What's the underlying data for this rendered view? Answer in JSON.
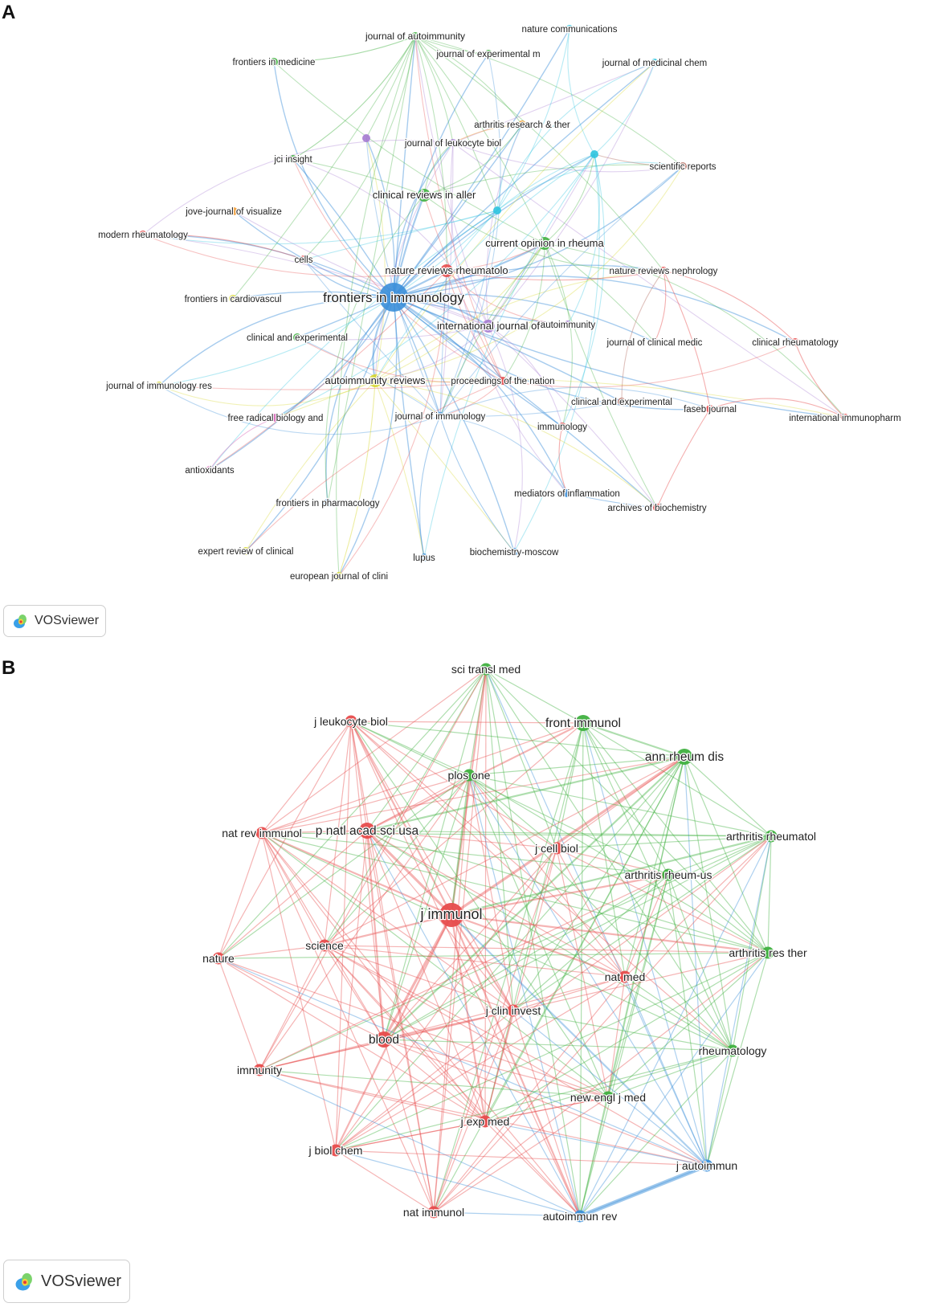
{
  "panels": {
    "a": {
      "letter": "A",
      "brand": "VOSviewer"
    },
    "b": {
      "letter": "B",
      "brand": "VOSviewer"
    }
  },
  "logo_icon": "vosviewer-logo-icon",
  "colors": {
    "red": "#e74c4c",
    "green": "#3fb03f",
    "blue": "#3b8fd9",
    "yellow": "#d6d62c",
    "purple": "#a57bd1",
    "cyan": "#2fc4df",
    "orange": "#f39a2e",
    "brown": "#b9766a",
    "pink": "#d866b8",
    "lime": "#8ed06a"
  },
  "network_a": {
    "nodes": [
      {
        "id": "fimm",
        "label": "frontiers in immunology",
        "c": "blue",
        "s": 3
      },
      {
        "id": "jauto",
        "label": "journal of autoimmunity",
        "c": "green",
        "s": 1
      },
      {
        "id": "ncomm",
        "label": "nature communications",
        "c": "cyan",
        "s": 1
      },
      {
        "id": "fmed",
        "label": "frontiers in medicine",
        "c": "green",
        "s": 1
      },
      {
        "id": "jexp",
        "label": "journal of experimental m",
        "c": "green",
        "s": 1
      },
      {
        "id": "jmedchem",
        "label": "journal of medicinal chem",
        "c": "cyan",
        "s": 1
      },
      {
        "id": "arthres",
        "label": "arthritis research & ther",
        "c": "orange",
        "s": 1
      },
      {
        "id": "jleuk",
        "label": "journal of leukocyte biol",
        "c": "purple",
        "s": 1
      },
      {
        "id": "sci",
        "label": "scientific reports",
        "c": "brown",
        "s": 1
      },
      {
        "id": "jci",
        "label": "jci insight",
        "c": "green",
        "s": 1
      },
      {
        "id": "clinrev",
        "label": "clinical reviews in aller",
        "c": "green",
        "s": 2
      },
      {
        "id": "jove",
        "label": "jove-journal of visualize",
        "c": "orange",
        "s": 1
      },
      {
        "id": "modrheum",
        "label": "modern rheumatology",
        "c": "red",
        "s": 1
      },
      {
        "id": "curopin",
        "label": "current opinion in rheuma",
        "c": "green",
        "s": 2
      },
      {
        "id": "cells",
        "label": "cells",
        "c": "red",
        "s": 1
      },
      {
        "id": "natrevrh",
        "label": "nature reviews rheumatolo",
        "c": "red",
        "s": 2
      },
      {
        "id": "natrevneph",
        "label": "nature reviews nephrology",
        "c": "red",
        "s": 1
      },
      {
        "id": "fcardio",
        "label": "frontiers in cardiovascul",
        "c": "yellow",
        "s": 1
      },
      {
        "id": "ijmol",
        "label": "international journal of",
        "c": "purple",
        "s": 2
      },
      {
        "id": "autoim",
        "label": "autoimmunity",
        "c": "purple",
        "s": 1
      },
      {
        "id": "clinexp1",
        "label": "clinical and experimental",
        "c": "green",
        "s": 1
      },
      {
        "id": "jclinmed",
        "label": "journal of clinical medic",
        "c": "red",
        "s": 1
      },
      {
        "id": "clinrheum",
        "label": "clinical rheumatology",
        "c": "red",
        "s": 1
      },
      {
        "id": "jimmres",
        "label": "journal of immunology res",
        "c": "yellow",
        "s": 1
      },
      {
        "id": "autorev",
        "label": "autoimmunity reviews",
        "c": "yellow",
        "s": 2
      },
      {
        "id": "pnas",
        "label": "proceedings of the nation",
        "c": "red",
        "s": 1
      },
      {
        "id": "clinexp2",
        "label": "clinical and experimental",
        "c": "brown",
        "s": 1
      },
      {
        "id": "faseb",
        "label": "faseb journal",
        "c": "red",
        "s": 1
      },
      {
        "id": "freerad",
        "label": "free radical biology and",
        "c": "pink",
        "s": 1
      },
      {
        "id": "jimm",
        "label": "journal of immunology",
        "c": "blue",
        "s": 1
      },
      {
        "id": "immunology",
        "label": "immunology",
        "c": "red",
        "s": 1
      },
      {
        "id": "intimmph",
        "label": "international immunopharm",
        "c": "red",
        "s": 1
      },
      {
        "id": "antiox",
        "label": "antioxidants",
        "c": "pink",
        "s": 1
      },
      {
        "id": "mediators",
        "label": "mediators of inflammation",
        "c": "blue",
        "s": 1
      },
      {
        "id": "fpharm",
        "label": "frontiers in pharmacology",
        "c": "blue",
        "s": 1
      },
      {
        "id": "archbio",
        "label": "archives of biochemistry",
        "c": "red",
        "s": 1
      },
      {
        "id": "exprev",
        "label": "expert review of clinical",
        "c": "yellow",
        "s": 1
      },
      {
        "id": "lupus",
        "label": "lupus",
        "c": "blue",
        "s": 1
      },
      {
        "id": "biochem",
        "label": "biochemistry-moscow",
        "c": "blue",
        "s": 1
      },
      {
        "id": "eurjclin",
        "label": "european journal of clini",
        "c": "yellow",
        "s": 1
      },
      {
        "id": "u_purple",
        "label": "",
        "c": "purple",
        "s": 1
      },
      {
        "id": "u_cyan1",
        "label": "",
        "c": "cyan",
        "s": 1
      },
      {
        "id": "u_cyan2",
        "label": "",
        "c": "cyan",
        "s": 1
      }
    ]
  },
  "network_b": {
    "nodes": [
      {
        "id": "scitransl",
        "label": "sci transl med",
        "c": "green",
        "s": 1
      },
      {
        "id": "jleukb",
        "label": "j leukocyte biol",
        "c": "red",
        "s": 1
      },
      {
        "id": "frontimm",
        "label": "front immunol",
        "c": "green",
        "s": 2
      },
      {
        "id": "annrheum",
        "label": "ann rheum dis",
        "c": "green",
        "s": 2
      },
      {
        "id": "plos",
        "label": "plos one",
        "c": "green",
        "s": 1
      },
      {
        "id": "natrevimm",
        "label": "nat rev immunol",
        "c": "red",
        "s": 1
      },
      {
        "id": "pnasb",
        "label": "p natl acad sci usa",
        "c": "red",
        "s": 2
      },
      {
        "id": "jcellbio",
        "label": "j cell biol",
        "c": "red",
        "s": 1
      },
      {
        "id": "arthrheumatol",
        "label": "arthritis rheumatol",
        "c": "green",
        "s": 1
      },
      {
        "id": "arthrheumus",
        "label": "arthritis rheum-us",
        "c": "green",
        "s": 1
      },
      {
        "id": "jimmunol",
        "label": "j immunol",
        "c": "red",
        "s": 3
      },
      {
        "id": "science",
        "label": "science",
        "c": "red",
        "s": 1
      },
      {
        "id": "nature",
        "label": "nature",
        "c": "red",
        "s": 1
      },
      {
        "id": "arthresther",
        "label": "arthritis res ther",
        "c": "green",
        "s": 1
      },
      {
        "id": "natmed",
        "label": "nat med",
        "c": "red",
        "s": 1
      },
      {
        "id": "jclininv",
        "label": "j clin invest",
        "c": "red",
        "s": 1
      },
      {
        "id": "blood",
        "label": "blood",
        "c": "red",
        "s": 2
      },
      {
        "id": "rheumatology",
        "label": "rheumatology",
        "c": "green",
        "s": 1
      },
      {
        "id": "immunity",
        "label": "immunity",
        "c": "red",
        "s": 1
      },
      {
        "id": "nejm",
        "label": "new engl j med",
        "c": "green",
        "s": 1
      },
      {
        "id": "jexpmed",
        "label": "j exp med",
        "c": "red",
        "s": 1
      },
      {
        "id": "jbiolchem",
        "label": "j biol chem",
        "c": "red",
        "s": 1
      },
      {
        "id": "jautoimmun",
        "label": "j autoimmun",
        "c": "blue",
        "s": 1
      },
      {
        "id": "natimmunol",
        "label": "nat immunol",
        "c": "red",
        "s": 1
      },
      {
        "id": "autoimmunrev",
        "label": "autoimmun rev",
        "c": "blue",
        "s": 1
      }
    ]
  }
}
